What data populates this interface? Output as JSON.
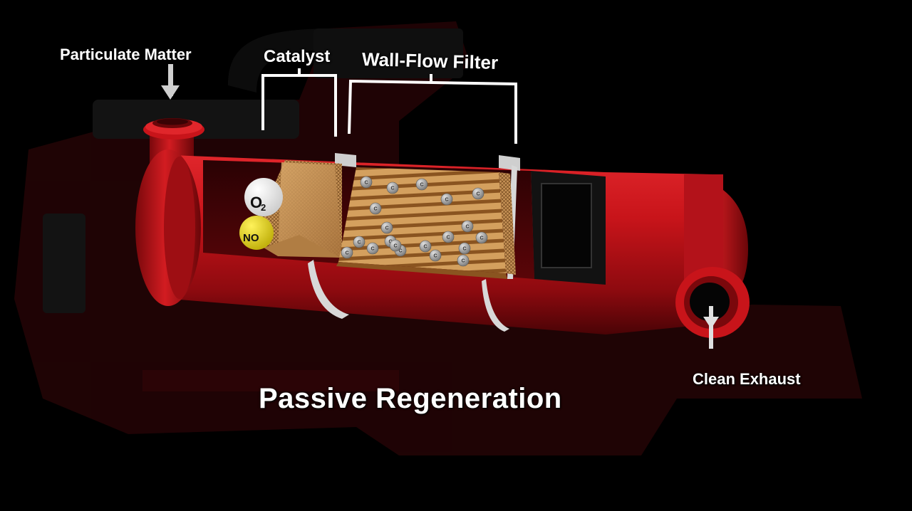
{
  "labels": {
    "particulate_matter": "Particulate Matter",
    "catalyst": "Catalyst",
    "wall_flow_filter": "Wall-Flow Filter",
    "clean_exhaust": "Clean Exhaust",
    "title": "Passive Regeneration"
  },
  "molecules": {
    "oxygen": "O",
    "oxygen_subscript": "2",
    "nitric_oxide": "NO"
  },
  "carbon_particle_label": "C",
  "colors": {
    "background": "#000000",
    "housing_red": "#c8141a",
    "filter_tan": "#c9955a",
    "oxygen_white": "#ffffff",
    "no_yellow": "#e8d81c",
    "particle_gray": "#9a9a9a"
  }
}
